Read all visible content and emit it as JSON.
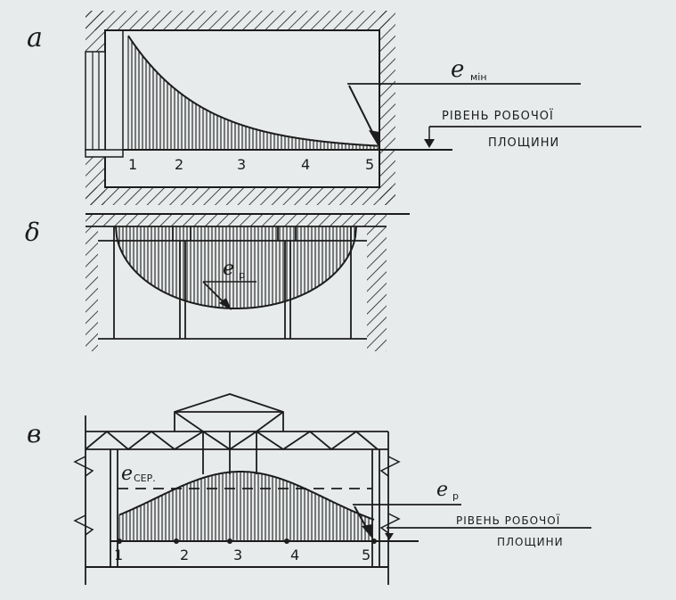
{
  "panels": {
    "a": {
      "label": "а",
      "points": [
        "1",
        "2",
        "3",
        "4",
        "5"
      ],
      "e_label_main": "e",
      "e_label_sub": "мін",
      "level_line1": "РІВЕНЬ РОБОЧОЇ",
      "level_line2": "ПЛОЩИНИ"
    },
    "b": {
      "label": "δ",
      "e_label_main": "e",
      "e_label_sub": "р"
    },
    "c": {
      "label": "в",
      "points": [
        "1",
        "2",
        "3",
        "4",
        "5"
      ],
      "avg_label_main": "e",
      "avg_label_sub": "СЕР.",
      "e_label_main": "e",
      "e_label_sub": "р",
      "level_line1": "РІВЕНЬ РОБОЧОЇ",
      "level_line2": "ПЛОЩИНИ"
    }
  },
  "colors": {
    "ink": "#1c1c1c",
    "paper": "#e8ebec"
  }
}
